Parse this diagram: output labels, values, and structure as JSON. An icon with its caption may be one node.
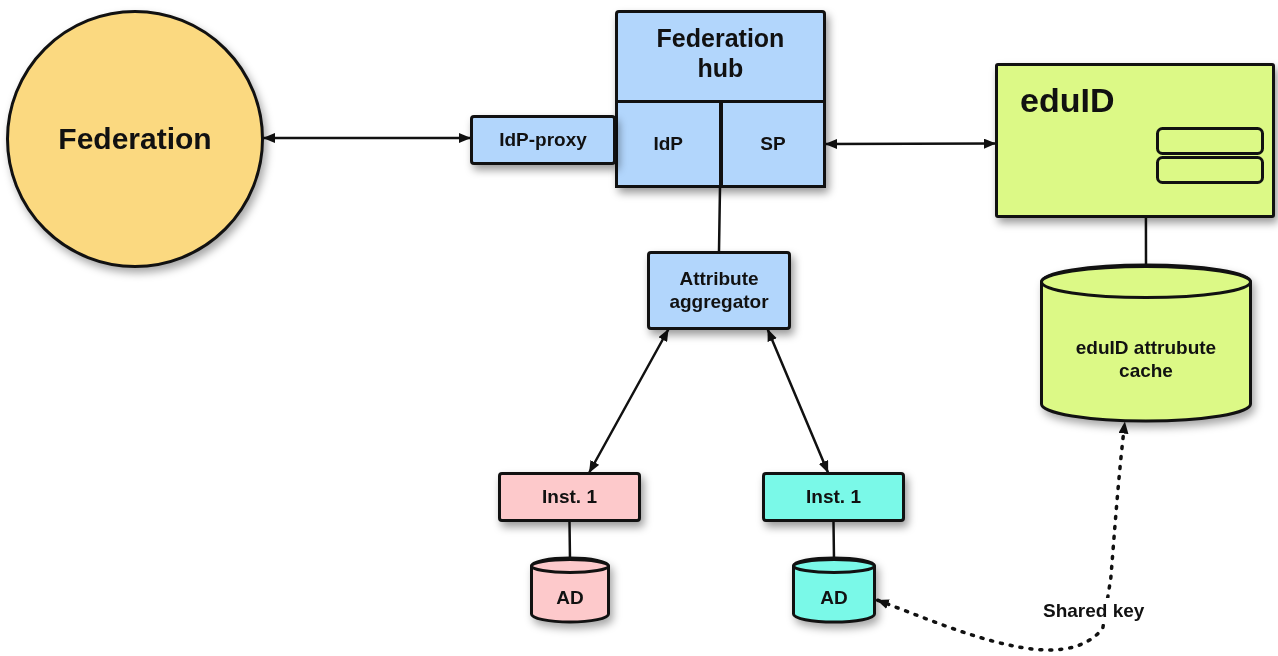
{
  "diagram": {
    "nodes": [
      {
        "text": [
          "Federation"
        ]
      },
      {
        "text": [
          "Federation hub"
        ]
      },
      {
        "text": [
          "IdP-proxy"
        ]
      },
      {
        "text": [
          "IdP"
        ],
        "in": 1
      },
      {
        "text": [
          "SP"
        ],
        "in": 1
      },
      {
        "text": [
          "eduID"
        ]
      },
      {
        "text": [
          "Attribute aggregator"
        ]
      },
      {
        "text": [
          "eduID attrubute cache"
        ]
      },
      {
        "text": [
          "Inst. 1"
        ]
      },
      {
        "text": [
          "Inst. 1"
        ]
      },
      {
        "text": [
          "AD"
        ]
      },
      {
        "text": [
          "AD"
        ]
      }
    ],
    "edges": [
      {
        "from": 0,
        "to": 2,
        "arrow": "both"
      },
      {
        "from": 4,
        "to": 5,
        "arrow": "both"
      },
      {
        "from": 1,
        "to": 6,
        "arrow": "none"
      },
      {
        "from": 5,
        "to": 7,
        "arrow": "none"
      },
      {
        "from": 6,
        "to": 8,
        "arrow": "both"
      },
      {
        "from": 6,
        "to": 9,
        "arrow": "both"
      },
      {
        "from": 8,
        "to": 10,
        "arrow": "none"
      },
      {
        "from": 9,
        "to": 11,
        "arrow": "none"
      },
      {
        "from": 11,
        "to": 7,
        "arrow": "both",
        "style": "dashed",
        "label": "Shared key"
      }
    ]
  }
}
